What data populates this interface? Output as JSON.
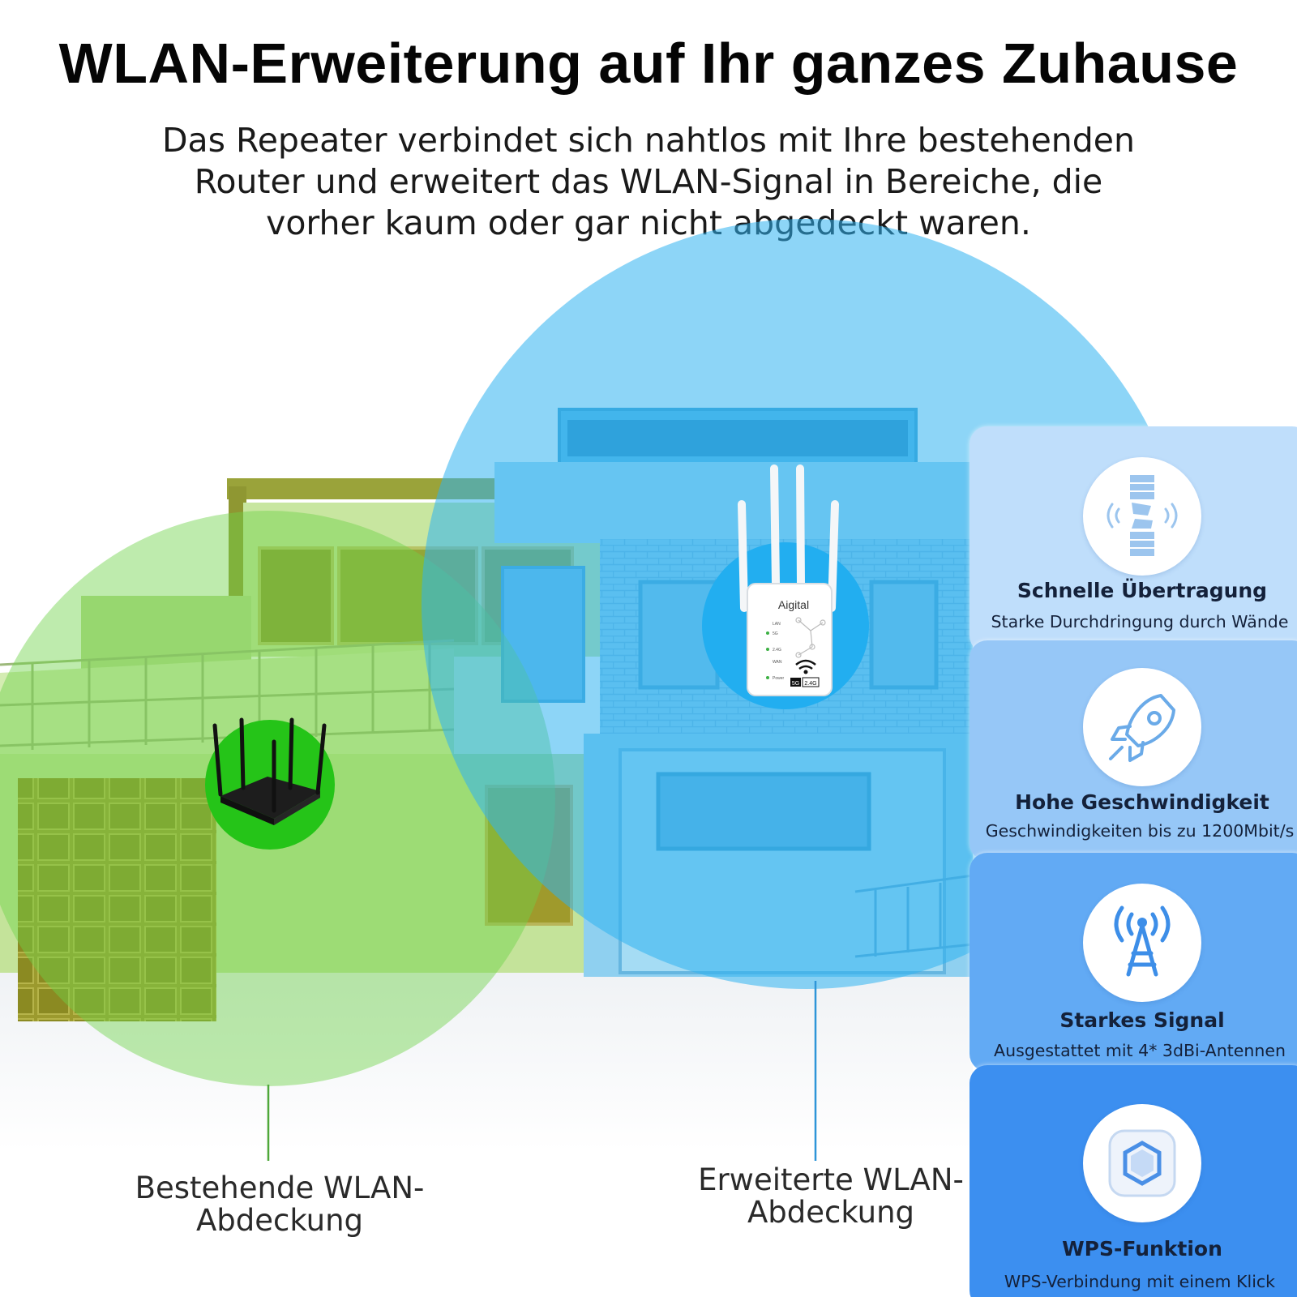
{
  "header": {
    "title": "WLAN-Erweiterung auf Ihr ganzes Zuhause",
    "subtitle_lines": [
      "Das Repeater verbindet sich nahtlos mit Ihre bestehenden",
      "Router und erweitert das WLAN-Signal in Bereiche, die",
      "vorher kaum oder gar nicht abgedeckt waren."
    ]
  },
  "coverage": {
    "existing": {
      "line1": "Bestehende WLAN-",
      "line2": "Abdeckung",
      "color": "#7fd35a"
    },
    "extended": {
      "line1": "Erweiterte WLAN-",
      "line2": "Abdeckung",
      "color": "#3fb6ee"
    }
  },
  "repeater": {
    "brand": "Aigital",
    "port_labels": [
      "LAN",
      "5G",
      "2.4G",
      "WAN",
      "Power"
    ],
    "band_badge_5g": "5G",
    "band_badge_24g": "2.4G"
  },
  "features": [
    {
      "title": "Schnelle Übertragung",
      "desc": "Starke Durchdringung durch Wände",
      "icon": "wall-penetration-icon",
      "bg": "#bcdcfb"
    },
    {
      "title": "Hohe Geschwindigkeit",
      "desc": "Geschwindigkeiten bis zu 1200Mbit/s",
      "icon": "rocket-icon",
      "bg": "#94c5f7"
    },
    {
      "title": "Starkes Signal",
      "desc": "Ausgestattet mit 4* 3dBi-Antennen",
      "icon": "signal-tower-icon",
      "bg": "#63a9f4"
    },
    {
      "title": "WPS-Funktion",
      "desc": "WPS-Verbindung mit einem Klick",
      "icon": "wps-button-icon",
      "bg": "#3c8ff0"
    }
  ]
}
